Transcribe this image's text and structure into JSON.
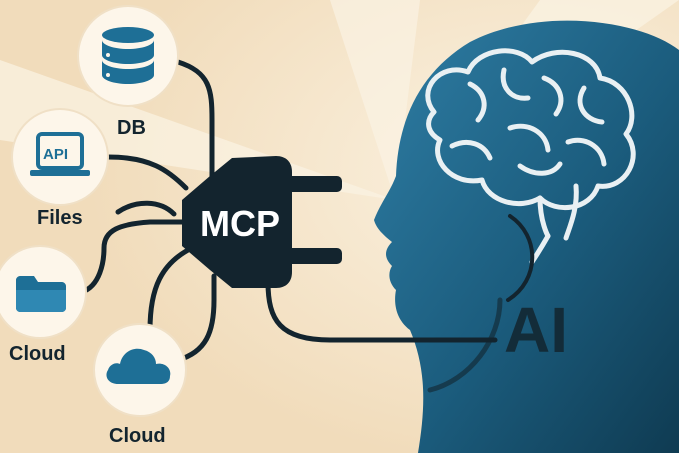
{
  "plug": {
    "label": "MCP"
  },
  "head": {
    "label": "AI"
  },
  "sources": [
    {
      "label": "DB",
      "icon": "database-icon"
    },
    {
      "label": "API",
      "icon": "laptop-api-icon",
      "caption": "Files"
    },
    {
      "label": "Cloud",
      "icon": "folder-icon"
    },
    {
      "label": "Cloud",
      "icon": "cloud-icon"
    }
  ],
  "colors": {
    "background": "#f4e3c6",
    "accent_blue": "#1e6f96",
    "dark_navy": "#13242e",
    "head_dark": "#0f3b52",
    "head_light": "#2f7ea5",
    "circle_fill": "#fdf6ea"
  }
}
